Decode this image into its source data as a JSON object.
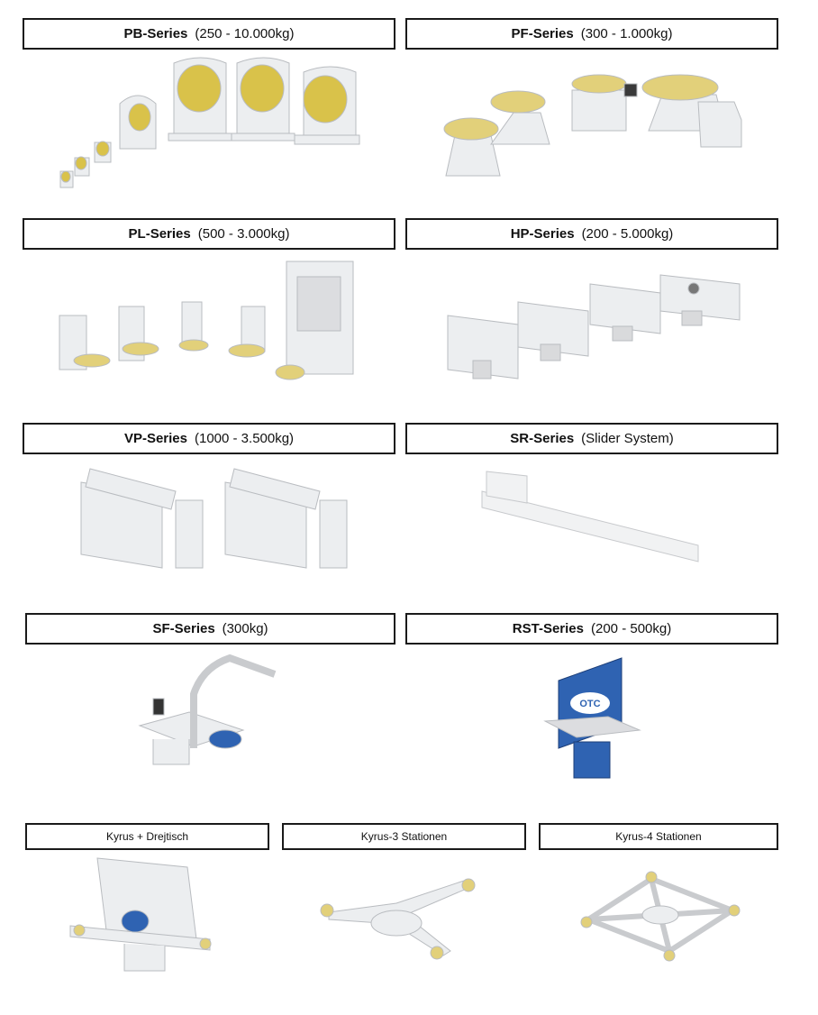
{
  "series": [
    {
      "name": "PB-Series",
      "range": "(250 - 10.000kg)"
    },
    {
      "name": "PF-Series",
      "range": "(300 - 1.000kg)"
    },
    {
      "name": "PL-Series",
      "range": "(500 - 3.000kg)"
    },
    {
      "name": "HP-Series",
      "range": "(200 - 5.000kg)"
    },
    {
      "name": "VP-Series",
      "range": "(1000 - 3.500kg)"
    },
    {
      "name": "SR-Series",
      "range": "(Slider System)"
    },
    {
      "name": "SF-Series",
      "range": "(300kg)"
    },
    {
      "name": "RST-Series",
      "range": "(200 - 500kg)"
    }
  ],
  "kyrus": [
    {
      "label": "Kyrus + Drejtisch"
    },
    {
      "label": "Kyrus-3 Stationen"
    },
    {
      "label": "Kyrus-4 Stationen"
    }
  ],
  "rst_logo": "OTC",
  "colors": {
    "frame": "#e9eaec",
    "plate": "#d9c24a",
    "blue": "#2f63b2",
    "border": "#1a1a1a"
  }
}
